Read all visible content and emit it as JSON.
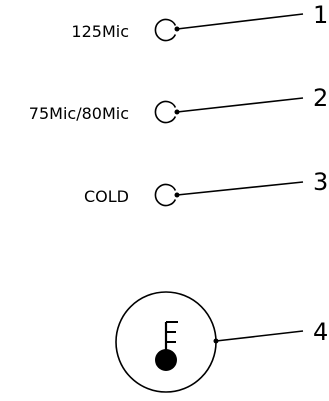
{
  "settings": [
    {
      "label": "125Mic",
      "number": "1"
    },
    {
      "label": "75Mic/80Mic",
      "number": "2"
    },
    {
      "label": "COLD",
      "number": "3"
    }
  ],
  "thermometer": {
    "number": "4",
    "icon": "thermometer-icon"
  },
  "colors": {
    "line": "#000000",
    "background": "#ffffff"
  }
}
